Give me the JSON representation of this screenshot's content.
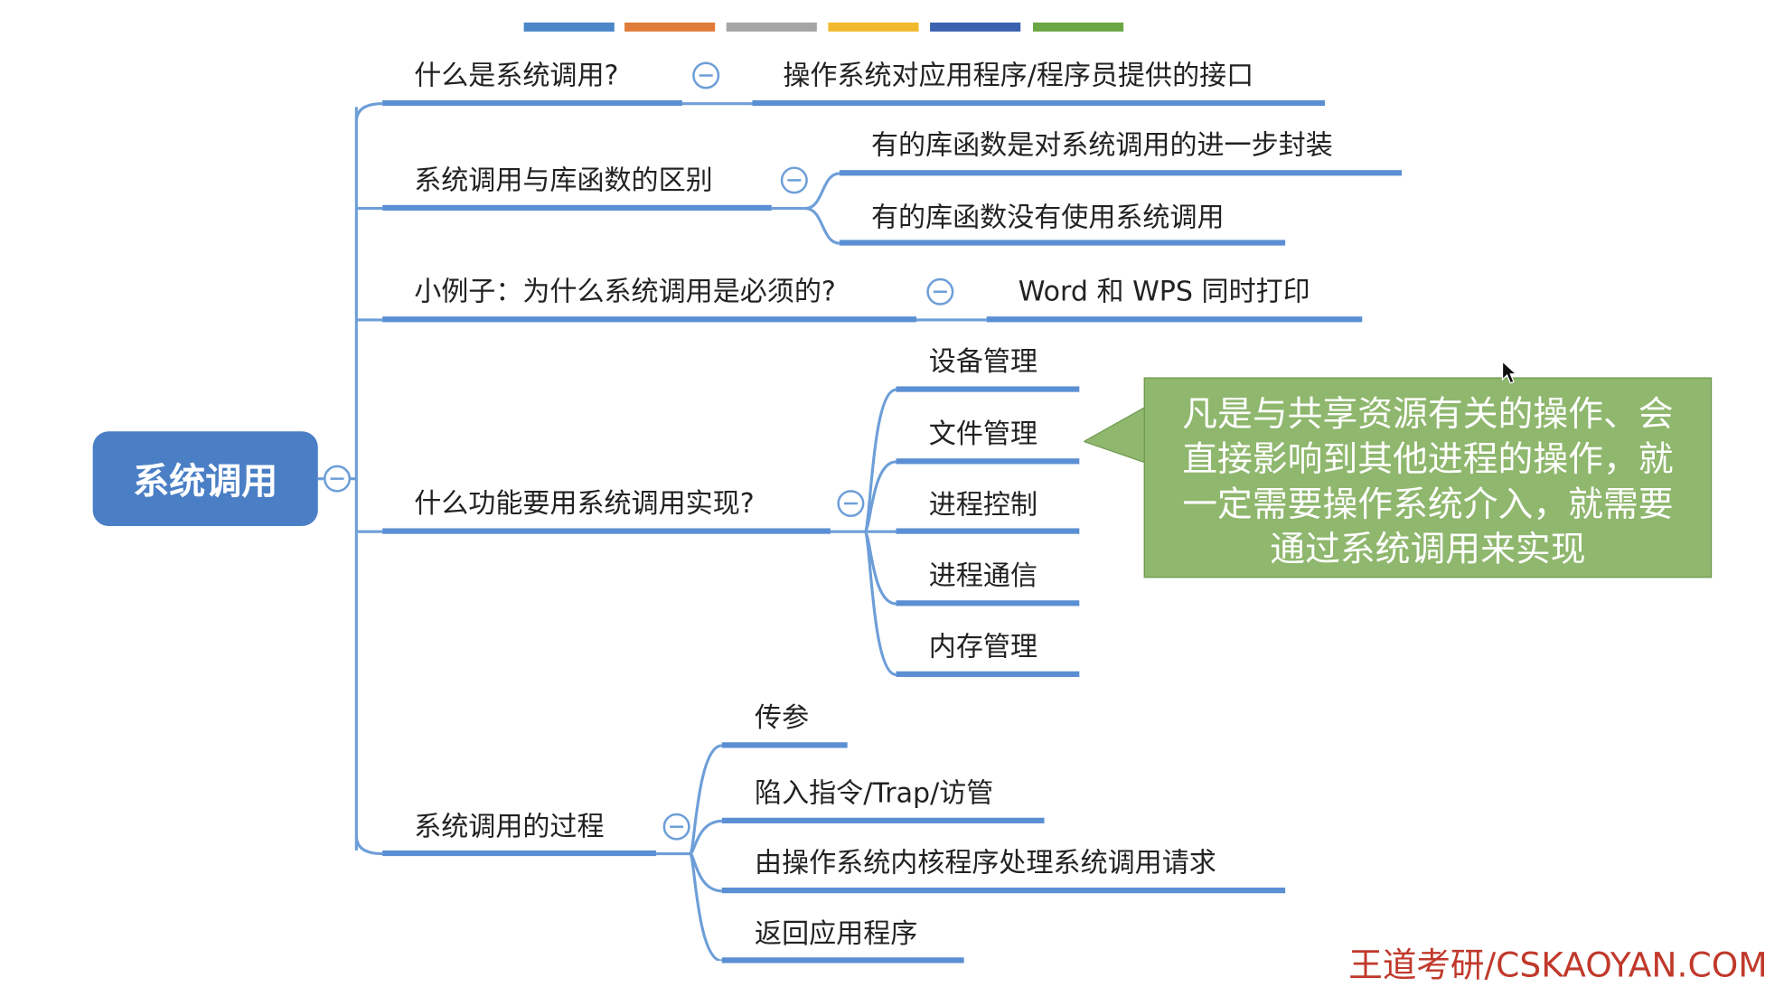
{
  "root": {
    "label": "系统调用"
  },
  "theme_swatches": [
    "#4a86c8",
    "#e07b39",
    "#a5a5a5",
    "#f2b92e",
    "#3a62b0",
    "#6aa744"
  ],
  "topics": [
    {
      "label": "什么是系统调用?",
      "children": [
        "操作系统对应用程序/程序员提供的接口"
      ]
    },
    {
      "label": "系统调用与库函数的区别",
      "children": [
        "有的库函数是对系统调用的进一步封装",
        "有的库函数没有使用系统调用"
      ]
    },
    {
      "label": "小例子：为什么系统调用是必须的?",
      "children": [
        "Word 和 WPS 同时打印"
      ]
    },
    {
      "label": "什么功能要用系统调用实现?",
      "children": [
        "设备管理",
        "文件管理",
        "进程控制",
        "进程通信",
        "内存管理"
      ]
    },
    {
      "label": "系统调用的过程",
      "children": [
        "传参",
        "陷入指令/Trap/访管",
        "由操作系统内核程序处理系统调用请求",
        "返回应用程序"
      ]
    }
  ],
  "callout": {
    "lines": [
      "凡是与共享资源有关的操作、会",
      "直接影响到其他进程的操作，就",
      "一定需要操作系统介入，就需要",
      "通过系统调用来实现"
    ],
    "fill": "#8fb76d"
  },
  "watermark": "王道考研/CSKAOYAN.COM",
  "colors": {
    "branch_line": "#6d9ed8",
    "underline": "#5b8fd3",
    "root_fill": "#4a7fc6"
  }
}
